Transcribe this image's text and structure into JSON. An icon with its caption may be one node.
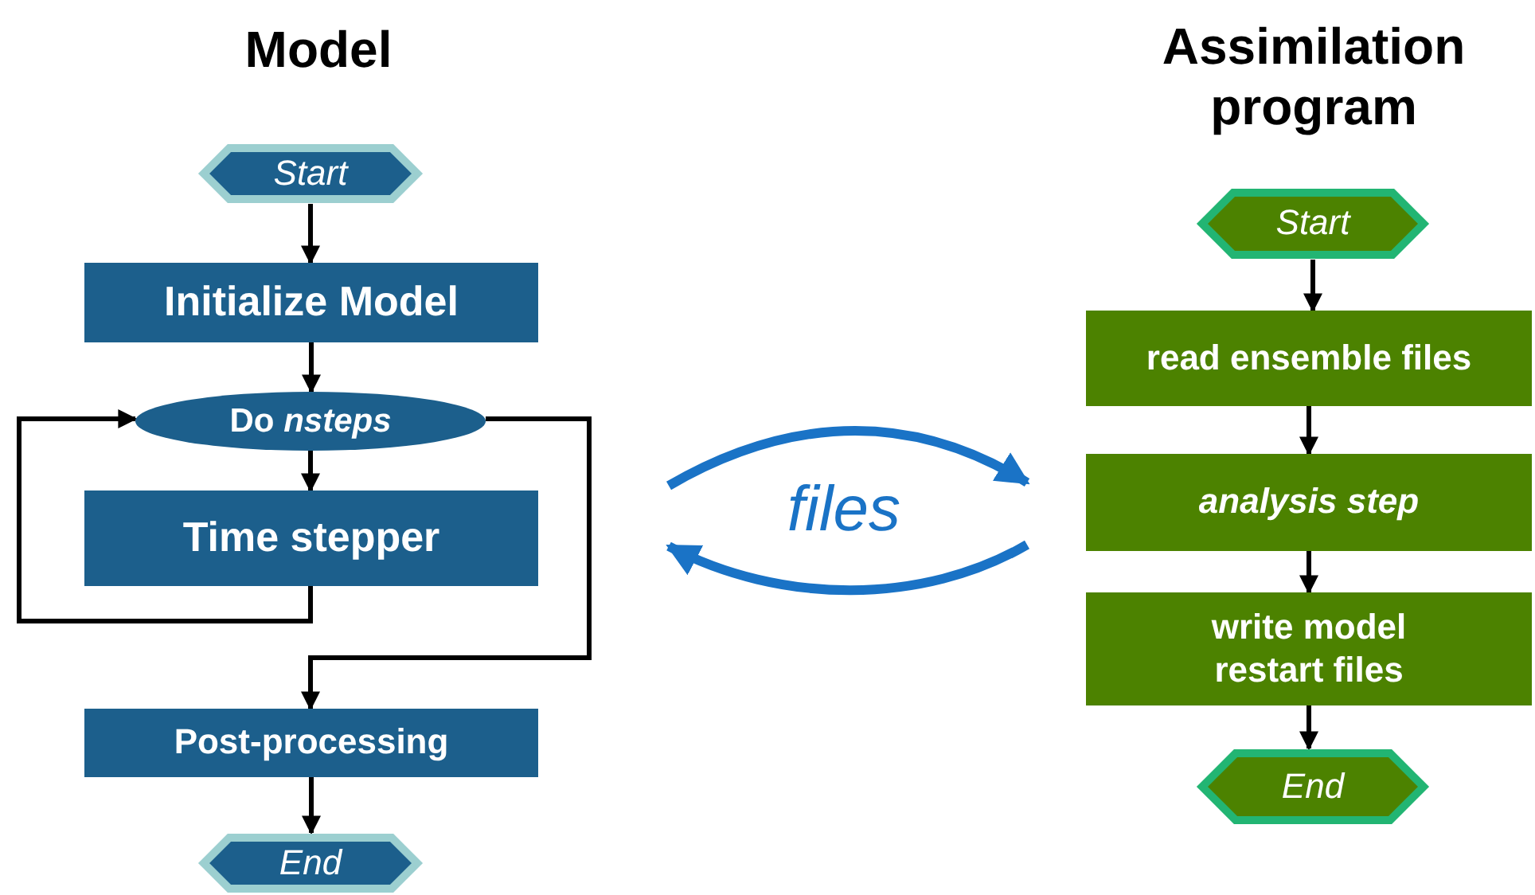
{
  "diagram": {
    "nodes": [
      {
        "text": [
          "Start"
        ]
      },
      {
        "text": [
          "Initialize Model"
        ]
      },
      {
        "text": [
          "Do *nsteps*"
        ]
      },
      {
        "text": [
          "Time stepper"
        ]
      },
      {
        "text": [
          "Post-processing"
        ]
      },
      {
        "text": [
          "End"
        ]
      },
      {
        "text": [
          "Start"
        ]
      },
      {
        "text": [
          "read ensemble files"
        ]
      },
      {
        "text": [
          "analysis step"
        ]
      },
      {
        "text": [
          "write model restart files"
        ]
      },
      {
        "text": [
          "End"
        ]
      }
    ],
    "edges": [
      {
        "from": 0,
        "to": 1,
        "arrow": "to"
      },
      {
        "from": 1,
        "to": 2,
        "arrow": "to"
      },
      {
        "from": 2,
        "to": 3,
        "arrow": "to"
      },
      {
        "from": 3,
        "to": 2,
        "arrow": "to"
      },
      {
        "from": 2,
        "to": 4,
        "arrow": "to"
      },
      {
        "from": 4,
        "to": 5,
        "arrow": "to"
      },
      {
        "from": 6,
        "to": 7,
        "arrow": "to"
      },
      {
        "from": 7,
        "to": 8,
        "arrow": "to"
      },
      {
        "from": 8,
        "to": 9,
        "arrow": "to"
      },
      {
        "from": 9,
        "to": 10,
        "arrow": "to"
      },
      {
        "from": null,
        "to": 8,
        "arrow": "to",
        "style": "thick",
        "color": "#1a73c6"
      },
      {
        "from": 8,
        "to": null,
        "arrow": "to",
        "style": "thick",
        "color": "#1a73c6"
      }
    ],
    "labels": [
      "Model",
      "Assimilation program",
      "files"
    ]
  }
}
